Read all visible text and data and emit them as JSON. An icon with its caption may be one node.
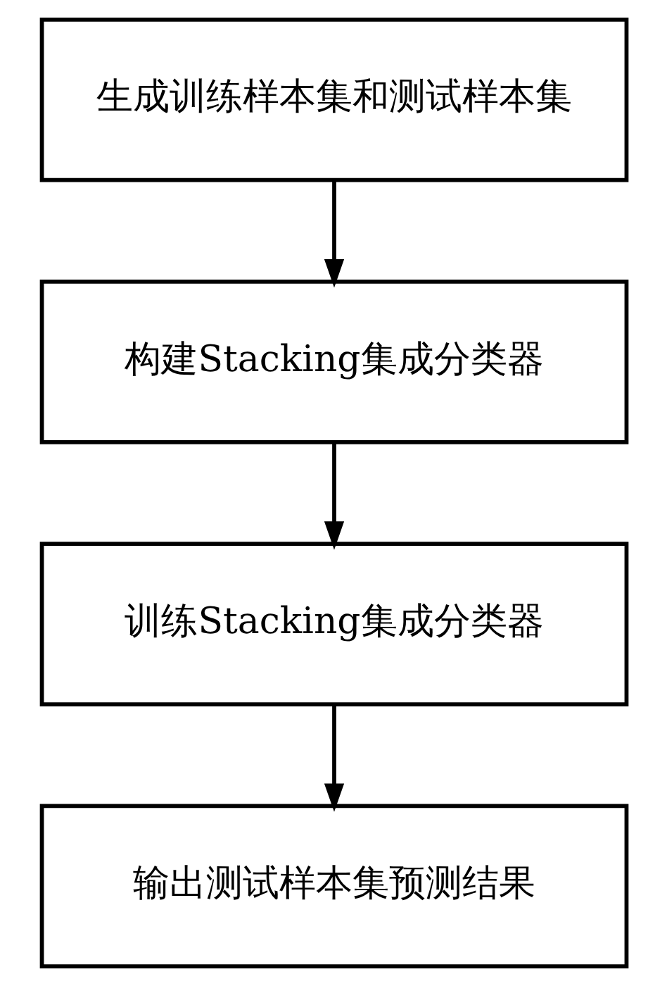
{
  "diagram": {
    "nodes": [
      {
        "text": [
          "生成训练样本集和测试样本集"
        ]
      },
      {
        "text": [
          "构建Stacking集成分类器"
        ]
      },
      {
        "text": [
          "训练Stacking集成分类器"
        ]
      },
      {
        "text": [
          "输出测试样本集预测结果"
        ]
      }
    ],
    "edges": [
      {
        "from": 0,
        "to": 1,
        "arrow": "to"
      },
      {
        "from": 1,
        "to": 2,
        "arrow": "to"
      },
      {
        "from": 2,
        "to": 3,
        "arrow": "to"
      }
    ]
  }
}
